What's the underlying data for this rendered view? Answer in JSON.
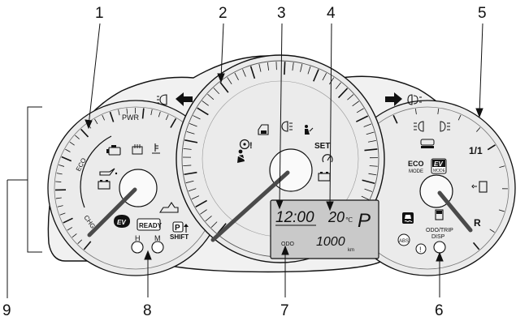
{
  "callouts": [
    "1",
    "2",
    "3",
    "4",
    "5",
    "6",
    "7",
    "8",
    "9"
  ],
  "tachometer": {
    "pwr": "PWR",
    "eco": "ECO",
    "chg": "CHG"
  },
  "speedometer": {
    "set": "SET"
  },
  "display": {
    "clock": "12:00",
    "temperature": "20",
    "temperature_unit": "℃",
    "shift_position": "P",
    "odo_label": "ODO",
    "odometer": "1000",
    "odometer_unit": "km"
  },
  "left_indicators": {
    "ev": "EV",
    "ready": "READY",
    "shift_p": "P",
    "shift_text": "SHIFT",
    "button_h": "H",
    "button_m": "M"
  },
  "right_gauge": {
    "full": "1/1",
    "reserve": "R",
    "eco_mode_top": "ECO",
    "eco_mode_bottom": "MODE",
    "ev_mode_top": "EV",
    "ev_mode_bottom": "MODE",
    "abs": "ABS",
    "odo_trip_top": "ODO/TRIP",
    "odo_trip_bottom": "DISP"
  },
  "colors": {
    "line": "#111111",
    "face": "#ebebeb",
    "lcd": "#c9c9c9",
    "needle": "#4a4a4a"
  }
}
